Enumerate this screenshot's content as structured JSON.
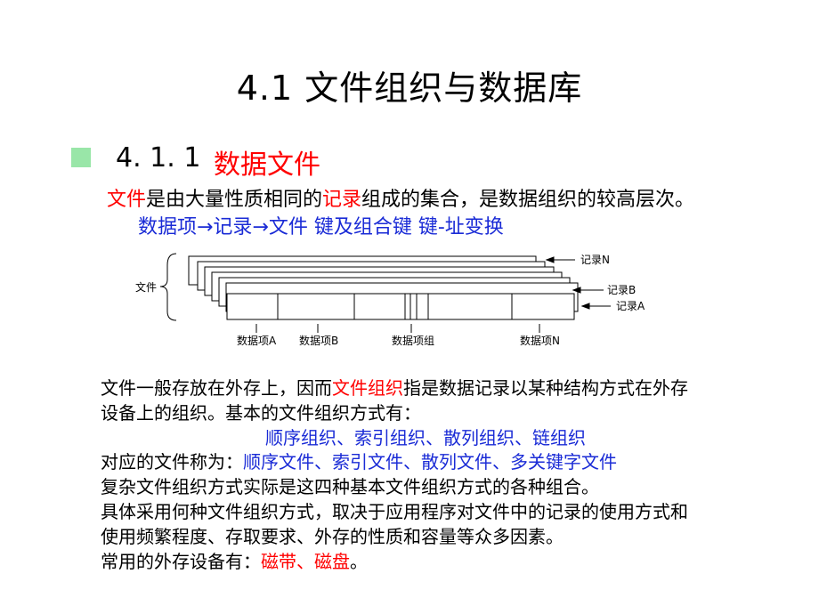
{
  "title": "4.1  文件组织与数据库",
  "section": {
    "number": "4. 1. 1",
    "heading": "数据文件"
  },
  "definition": {
    "term": "文件",
    "part1": "是由大量性质相同的",
    "record": "记录",
    "part2": "组成的集合，是数据组织的较高层次。"
  },
  "concepts_line": "数据项→记录→文件   键及组合键   键-址变换",
  "diagram": {
    "file_label": "文件",
    "record_n": "记录N",
    "record_b": "记录B",
    "record_a": "记录A",
    "item_a": "数据项A",
    "item_b": "数据项B",
    "item_group": "数据项组",
    "item_n": "数据项N"
  },
  "paragraph": {
    "l1_a": "文件一般存放在外存上，因而",
    "l1_red": "文件组织",
    "l1_b": "指是数据记录以某种结构方式在外存",
    "l2": "设备上的组织。基本的文件组织方式有：",
    "l3": "顺序组织、索引组织、散列组织、链组织",
    "l4_a": "对应的文件称为：",
    "l4_blue": "顺序文件、索引文件、散列文件、多关键字文件",
    "l5": "复杂文件组织方式实际是这四种基本文件组织方式的各种组合。",
    "l6": "具体采用何种文件组织方式，取决于应用程序对文件中的记录的使用方式和",
    "l7": "使用频繁程度、存取要求、外存的性质和容量等众多因素。",
    "l8_a": "常用的外存设备有：",
    "l8_red": "磁带、磁盘",
    "l8_b": "。"
  }
}
